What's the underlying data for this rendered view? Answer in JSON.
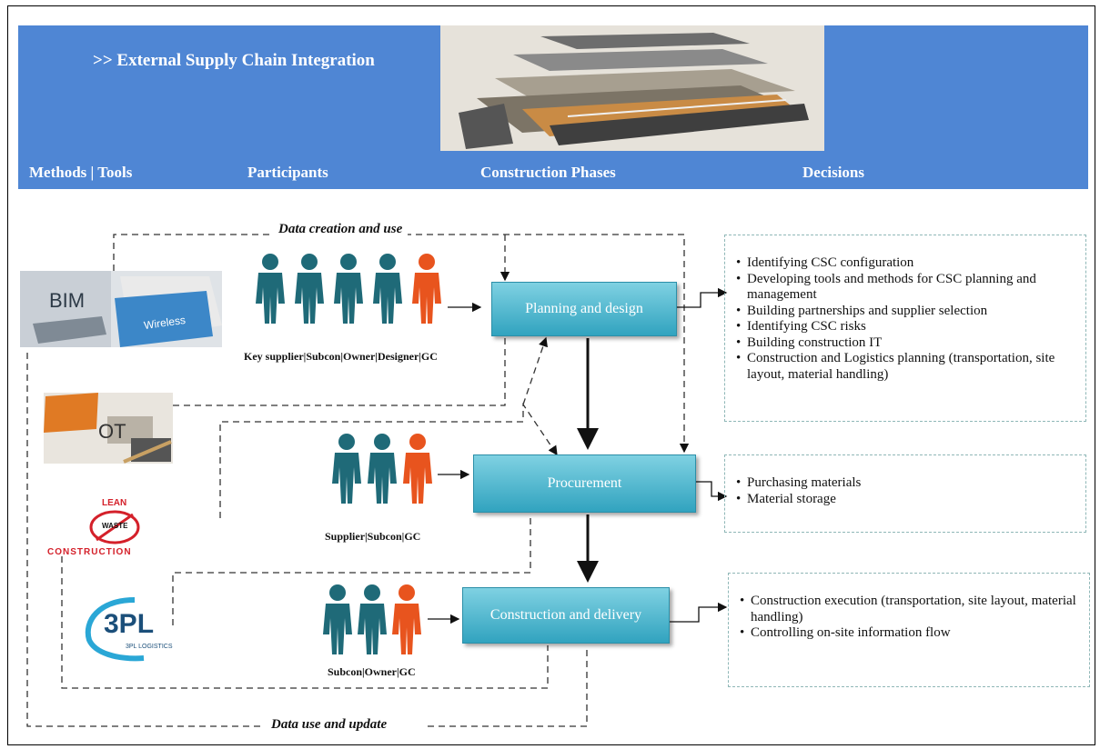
{
  "banner": {
    "title": ">> External Supply Chain Integration",
    "headers": [
      "Methods | Tools",
      "Participants",
      "Construction Phases",
      "Decisions"
    ]
  },
  "flow_labels": {
    "top": "Data creation and use",
    "bottom": "Data use and update"
  },
  "tools": {
    "bim": {
      "label": "BIM",
      "sub": "Wireless"
    },
    "ot": "OT",
    "lean": {
      "top": "LEAN",
      "mid": "WASTE",
      "bottom": "CONSTRUCTION"
    },
    "tpl": {
      "big": "3PL",
      "small": "3PL LOGISTICS"
    }
  },
  "phases": [
    {
      "label": "Planning and design",
      "participants": "Key supplier|Subcon|Owner|Designer|GC"
    },
    {
      "label": "Procurement",
      "participants": "Supplier|Subcon|GC"
    },
    {
      "label": "Construction and delivery",
      "participants": "Subcon|Owner|GC"
    }
  ],
  "decisions": [
    [
      "Identifying CSC configuration",
      "Developing tools and methods for CSC planning and management",
      "Building partnerships and supplier selection",
      "Identifying CSC risks",
      "Building construction IT",
      "Construction and Logistics planning (transportation, site layout, material handling)"
    ],
    [
      "Purchasing materials",
      "Material storage"
    ],
    [
      "Construction execution (transportation, site layout, material handling)",
      "Controlling on-site information flow"
    ]
  ],
  "colors": {
    "banner": "#4f86d4",
    "person_teal": "#1f6a78",
    "person_orange": "#e8541e",
    "box": "#3fb0c9"
  }
}
